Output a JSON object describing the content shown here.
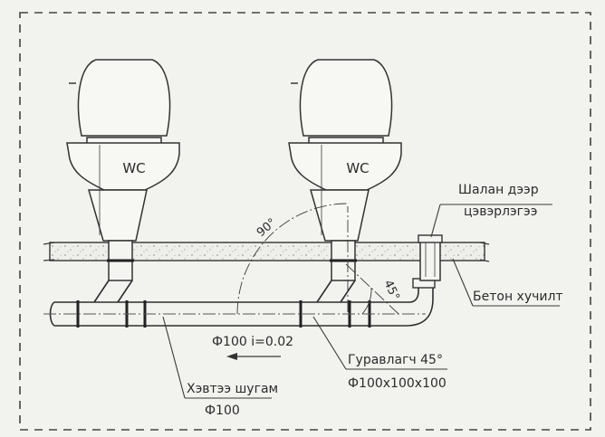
{
  "fixtures": [
    {
      "label": "WC"
    },
    {
      "label": "WC"
    }
  ],
  "angles": {
    "a90": "90°",
    "a45": "45°"
  },
  "labels": {
    "floor_drain": [
      "Шалан дээр",
      "цэвэрлэгээ"
    ],
    "concrete_fill": "Бетон хучилт",
    "pipe_size_slope": "Ф100  i=0.02",
    "fitting_name": "Гуравлагч 45°",
    "fitting_size": "Ф100х100х100",
    "horizontal_pipe": "Хэвтээ шугам",
    "horizontal_pipe_size": "Ф100"
  }
}
